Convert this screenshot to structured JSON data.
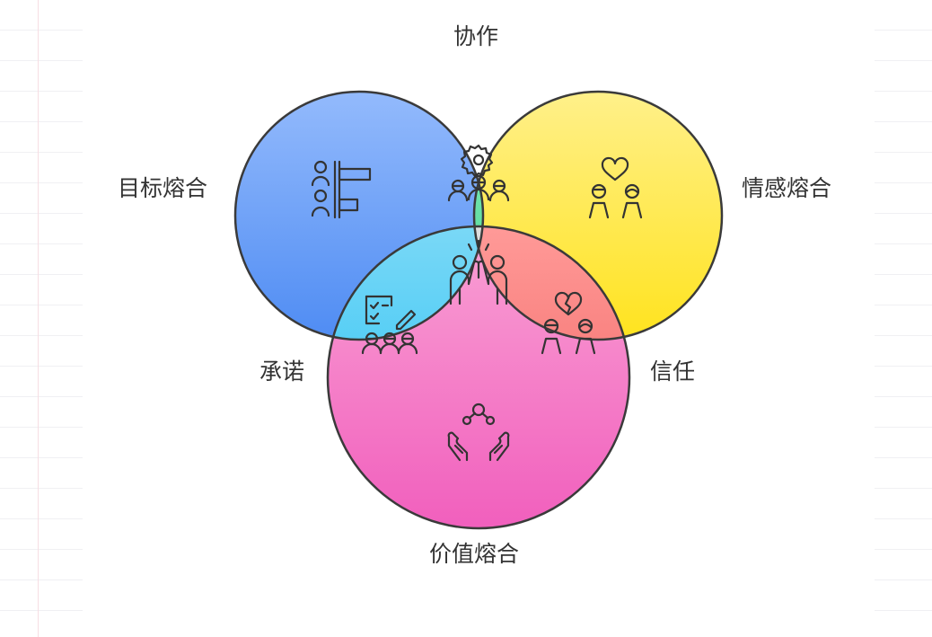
{
  "labels": {
    "collaboration": "协作",
    "goal_fusion": "目标熔合",
    "emotion_fusion": "情感熔合",
    "commitment": "承诺",
    "trust": "信任",
    "value_fusion": "价值熔合"
  },
  "colors": {
    "goal_top": "#93bafc",
    "goal_bottom": "#4f8cf3",
    "emotion_top": "#fff08a",
    "emotion_bottom": "#ffe31e",
    "value_top": "#f9a1d4",
    "value_bottom": "#f15fbd",
    "goal_emotion_top": "#8ff0c0",
    "goal_emotion_bottom": "#3fd08a",
    "goal_value_top": "#7ad8f6",
    "goal_value_bottom": "#1ebff4",
    "emotion_value_top": "#ff9a98",
    "emotion_value_bottom": "#f05e5c",
    "center_top": "#dedede",
    "center_bottom": "#b8b8b8",
    "outline": "#3a3a3a"
  },
  "icons": {
    "goal_fusion": "people-goal-bars-icon",
    "collaboration": "gear-team-icon",
    "emotion_fusion": "heart-couple-icon",
    "center": "high-five-icon",
    "commitment": "checklist-team-icon",
    "trust": "broken-heart-couple-icon",
    "value_fusion": "hands-network-icon"
  }
}
